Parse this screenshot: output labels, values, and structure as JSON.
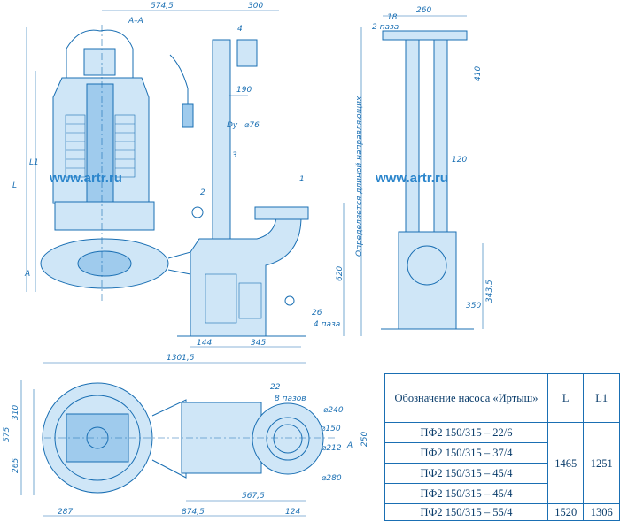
{
  "watermark": {
    "left": "www.artr.ru",
    "right": "www.artr.ru"
  },
  "section_label": "А–А",
  "arrow_label": "А",
  "vertical_note": "Определяется длиной направляющих",
  "callouts": [
    "1",
    "2",
    "3",
    "4"
  ],
  "dimensions": {
    "front_top_1": "574,5",
    "front_top_2": "300",
    "front_190": "190",
    "front_dy": "Dу",
    "front_dy_value": "⌀76",
    "front_L": "L",
    "front_L1": "L1",
    "front_620": "620",
    "front_26": "26",
    "front_4slots": "4 паза",
    "front_144": "144",
    "front_345": "345",
    "front_overall": "1301,5",
    "side_18": "18",
    "side_2slots": "2 паза",
    "side_260": "260",
    "side_410": "410",
    "side_120": "120",
    "side_350": "350",
    "side_3435": "343,5",
    "plan_310": "310",
    "plan_575": "575",
    "plan_265": "265",
    "plan_22": "22",
    "plan_8slots": "8 пазов",
    "plan_d240": "⌀240",
    "plan_d150": "⌀150",
    "plan_d212": "⌀212",
    "plan_d280": "⌀280",
    "plan_250": "250",
    "plan_5675": "567,5",
    "plan_287": "287",
    "plan_8745": "874,5",
    "plan_124": "124"
  },
  "table": {
    "header": {
      "model": "Обозначение насоса «Иртыш»",
      "L": "L",
      "L1": "L1"
    },
    "rows": [
      {
        "model": "ПФ2 150/315 – 22/6"
      },
      {
        "model": "ПФ2 150/315 – 37/4"
      },
      {
        "model": "ПФ2 150/315 – 45/4"
      },
      {
        "model": "ПФ2 150/315 – 45/4"
      },
      {
        "model": "ПФ2 150/315 – 55/4"
      }
    ],
    "group_a": {
      "L": "1465",
      "L1": "1251"
    },
    "group_b": {
      "L": "1520",
      "L1": "1306"
    }
  }
}
